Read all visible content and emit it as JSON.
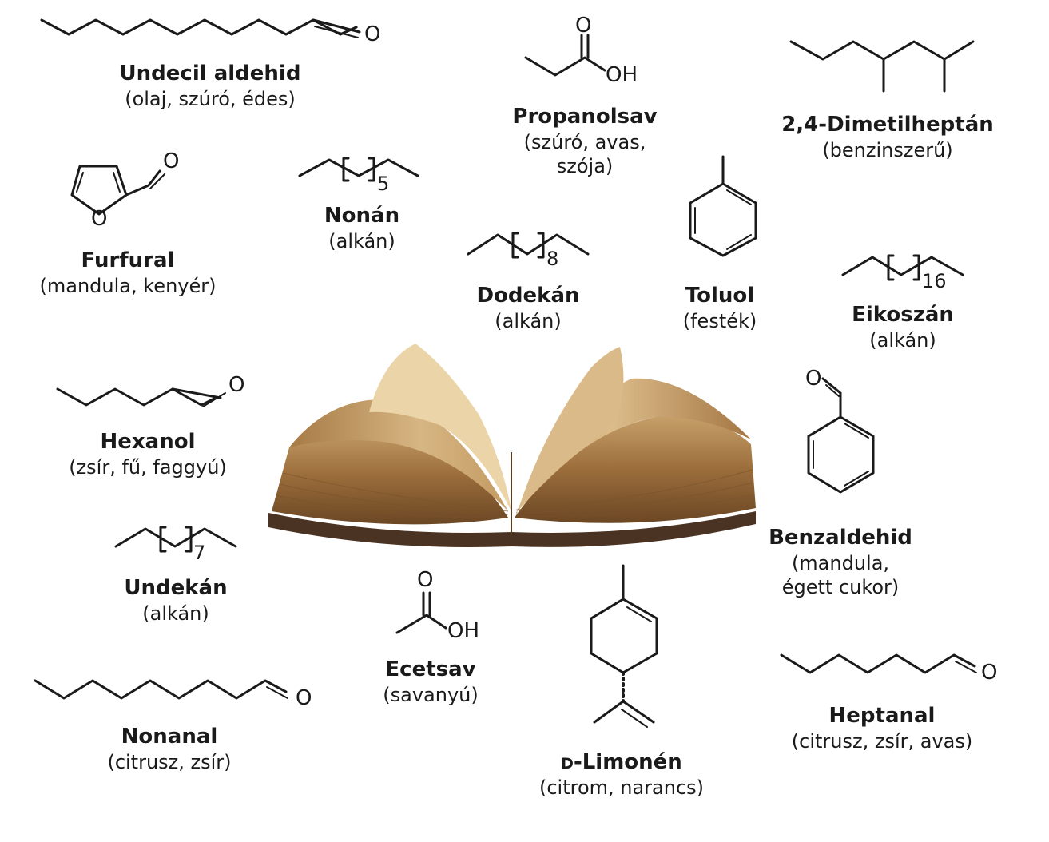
{
  "compounds": {
    "undecil_aldehid": {
      "name": "Undecil aldehid",
      "desc": "(olaj, szúró, édes)"
    },
    "propanolsav": {
      "name": "Propanolsav",
      "desc1": "(szúró, avas,",
      "desc2": "szója)"
    },
    "dimetilheptan": {
      "name": "2,4-Dimetilheptán",
      "desc": "(benzinszerű)"
    },
    "furfural": {
      "name": "Furfural",
      "desc": "(mandula, kenyér)"
    },
    "nonan": {
      "name": "Nonán",
      "desc": "(alkán)"
    },
    "dodekan": {
      "name": "Dodekán",
      "desc": "(alkán)"
    },
    "toluol": {
      "name": "Toluol",
      "desc": "(festék)"
    },
    "eikoszan": {
      "name": "Eikoszán",
      "desc": "(alkán)"
    },
    "hexanol": {
      "name": "Hexanol",
      "desc": "(zsír, fű, faggyú)"
    },
    "benzaldehid": {
      "name": "Benzaldehid",
      "desc1": "(mandula,",
      "desc2": "égett cukor)"
    },
    "undekan": {
      "name": "Undekán",
      "desc": "(alkán)"
    },
    "ecetsav": {
      "name": "Ecetsav",
      "desc": "(savanyú)"
    },
    "heptanal": {
      "name": "Heptanal",
      "desc": "(citrusz, zsír, avas)"
    },
    "nonanal": {
      "name": "Nonanal",
      "desc": "(citrusz, zsír)"
    },
    "limonen": {
      "prefix": "D",
      "name": "-Limonén",
      "desc": "(citrom, narancs)"
    }
  },
  "atoms": {
    "O": "O",
    "OH": "OH",
    "n5": "5",
    "n8": "8",
    "n16": "16",
    "n7": "7"
  },
  "colors": {
    "bond": "#1a1a1a",
    "book_cover": "#4a3322",
    "page_light": "#e9d3a8",
    "page_dark": "#b98f55"
  }
}
